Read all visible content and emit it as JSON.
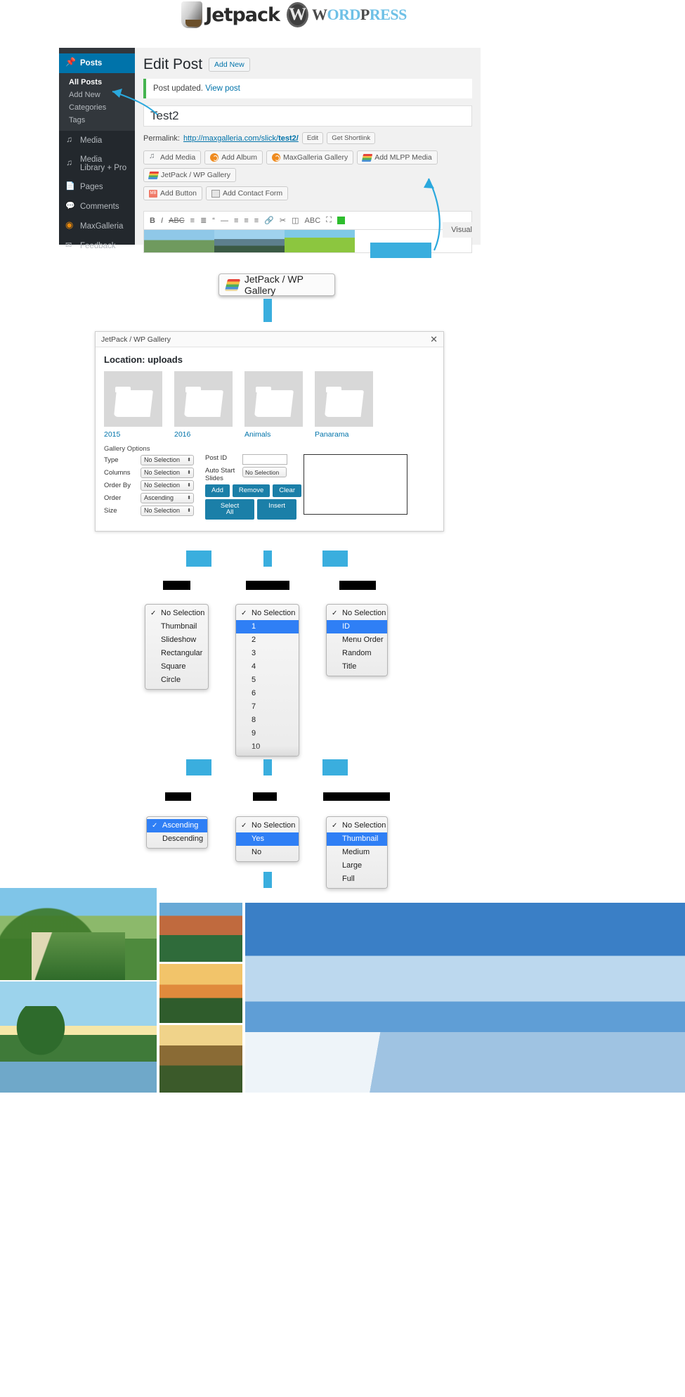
{
  "logos": {
    "jetpack_text": "Jetpack",
    "wordpress_text_w": "W",
    "wordpress_text": "ORD",
    "wordpress_text2": "P",
    "wordpress_text3": "RESS",
    "wordpress_full": "WordPress"
  },
  "wp_admin": {
    "sidebar": {
      "current": {
        "label": "Posts",
        "icon": "pin-icon"
      },
      "submenu": [
        {
          "label": "All Posts",
          "active": true
        },
        {
          "label": "Add New",
          "active": false
        },
        {
          "label": "Categories",
          "active": false
        },
        {
          "label": "Tags",
          "active": false
        }
      ],
      "items": [
        {
          "label": "Media",
          "icon": "media-icon"
        },
        {
          "label": "Media Library + Pro",
          "icon": "media-icon"
        },
        {
          "label": "Pages",
          "icon": "page-icon"
        },
        {
          "label": "Comments",
          "icon": "comment-icon"
        },
        {
          "label": "MaxGalleria",
          "icon": "maxgalleria-icon"
        },
        {
          "label": "Feedback",
          "icon": "feedback-icon"
        }
      ]
    },
    "page_title": "Edit Post",
    "add_new_button": "Add New",
    "notice_text": "Post updated.",
    "notice_link": "View post",
    "post_title": "Test2",
    "permalink_label": "Permalink:",
    "permalink_url_prefix": "http://maxgalleria.com/slick/",
    "permalink_slug": "test2/",
    "permalink_edit_button": "Edit",
    "permalink_shortlink_button": "Get Shortlink",
    "media_buttons": [
      {
        "label": "Add Media",
        "icon": "add-media-icon"
      },
      {
        "label": "Add Album",
        "icon": "maxgalleria-orange-icon"
      },
      {
        "label": "MaxGalleria Gallery",
        "icon": "maxgalleria-orange-icon"
      },
      {
        "label": "Add MLPP Media",
        "icon": "books-icon"
      },
      {
        "label": "JetPack / WP Gallery",
        "icon": "books-icon"
      },
      {
        "label": "Add Button",
        "icon": "mb-button-icon"
      },
      {
        "label": "Add Contact Form",
        "icon": "form-icon"
      }
    ],
    "editor_tab_visual": "Visual"
  },
  "jetpack_button": {
    "label": "JetPack / WP Gallery",
    "icon": "books-icon"
  },
  "dialog": {
    "title": "JetPack / WP Gallery",
    "close_icon": "close-icon",
    "location_label": "Location: uploads",
    "folders": [
      {
        "name": "2015"
      },
      {
        "name": "2016"
      },
      {
        "name": "Animals"
      },
      {
        "name": "Panarama"
      }
    ],
    "gallery_options_label": "Gallery Options",
    "fields_left": [
      {
        "label": "Type",
        "value": "No Selection"
      },
      {
        "label": "Columns",
        "value": "No Selection"
      },
      {
        "label": "Order By",
        "value": "No Selection"
      },
      {
        "label": "Order",
        "value": "Ascending"
      },
      {
        "label": "Size",
        "value": "No Selection"
      }
    ],
    "post_id_label": "Post ID",
    "post_id_value": "",
    "auto_start_label": "Auto Start Slides",
    "auto_start_value": "No Selection",
    "buttons": [
      {
        "label": "Add"
      },
      {
        "label": "Remove"
      },
      {
        "label": "Clear"
      },
      {
        "label": "Select All"
      },
      {
        "label": "Insert"
      }
    ]
  },
  "dropdowns_row1": [
    {
      "name": "type-dropdown",
      "items": [
        {
          "label": "No Selection",
          "checked": true,
          "selected": false
        },
        {
          "label": "Thumbnail",
          "checked": false,
          "selected": false
        },
        {
          "label": "Slideshow",
          "checked": false,
          "selected": false
        },
        {
          "label": "Rectangular",
          "checked": false,
          "selected": false
        },
        {
          "label": "Square",
          "checked": false,
          "selected": false
        },
        {
          "label": "Circle",
          "checked": false,
          "selected": false
        }
      ]
    },
    {
      "name": "columns-dropdown",
      "items": [
        {
          "label": "No Selection",
          "checked": true,
          "selected": false
        },
        {
          "label": "1",
          "checked": false,
          "selected": true
        },
        {
          "label": "2",
          "checked": false,
          "selected": false
        },
        {
          "label": "3",
          "checked": false,
          "selected": false
        },
        {
          "label": "4",
          "checked": false,
          "selected": false
        },
        {
          "label": "5",
          "checked": false,
          "selected": false
        },
        {
          "label": "6",
          "checked": false,
          "selected": false
        },
        {
          "label": "7",
          "checked": false,
          "selected": false
        },
        {
          "label": "8",
          "checked": false,
          "selected": false
        },
        {
          "label": "9",
          "checked": false,
          "selected": false
        },
        {
          "label": "10",
          "checked": false,
          "selected": false
        }
      ]
    },
    {
      "name": "orderby-dropdown",
      "items": [
        {
          "label": "No Selection",
          "checked": true,
          "selected": false
        },
        {
          "label": "ID",
          "checked": false,
          "selected": true
        },
        {
          "label": "Menu Order",
          "checked": false,
          "selected": false
        },
        {
          "label": "Random",
          "checked": false,
          "selected": false
        },
        {
          "label": "Title",
          "checked": false,
          "selected": false
        }
      ]
    }
  ],
  "dropdowns_row2": [
    {
      "name": "order-dropdown",
      "items": [
        {
          "label": "Ascending",
          "checked": true,
          "selected": true
        },
        {
          "label": "Descending",
          "checked": false,
          "selected": false
        }
      ]
    },
    {
      "name": "autostart-dropdown",
      "items": [
        {
          "label": "No Selection",
          "checked": true,
          "selected": false
        },
        {
          "label": "Yes",
          "checked": false,
          "selected": true
        },
        {
          "label": "No",
          "checked": false,
          "selected": false
        }
      ]
    },
    {
      "name": "size-dropdown",
      "items": [
        {
          "label": "No Selection",
          "checked": true,
          "selected": false
        },
        {
          "label": "Thumbnail",
          "checked": false,
          "selected": true
        },
        {
          "label": "Medium",
          "checked": false,
          "selected": false
        },
        {
          "label": "Large",
          "checked": false,
          "selected": false
        },
        {
          "label": "Full",
          "checked": false,
          "selected": false
        }
      ]
    }
  ],
  "colors": {
    "accent_blue": "#3aaede",
    "wp_blue": "#0073aa",
    "button_blue": "#1b7fa8",
    "selection_blue": "#2f7ff5",
    "sidebar_dark": "#23282d",
    "notice_green": "#46b450"
  }
}
